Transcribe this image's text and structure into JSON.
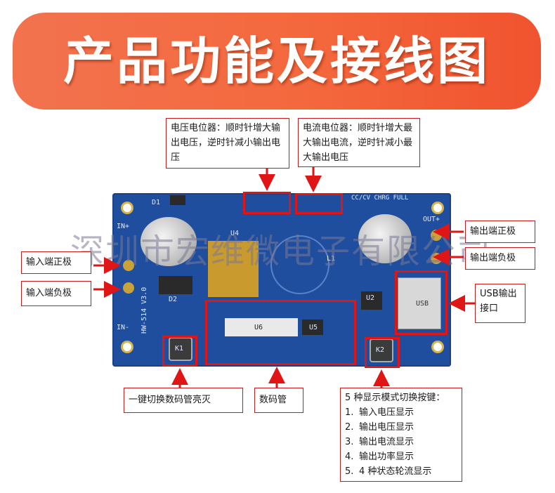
{
  "header": {
    "title": "产品功能及接线图"
  },
  "watermark": "深圳市宏维微电子有限公司",
  "labels": {
    "voltage_pot": "电压电位器：顺时针增大输出电压，逆时针减小输出电压",
    "current_pot": "电流电位器：顺时针增大最大输出电流，逆时针减小最大输出电压",
    "input_pos": "输入端正极",
    "input_neg": "输入端负极",
    "output_pos": "输出端正极",
    "output_neg": "输出端负极",
    "usb": "USB输出接口",
    "one_key": "一键切换数码管亮灭",
    "display": "数码管",
    "modes_title": "5 种显示模式切换按键：",
    "modes": [
      {
        "num": "1.",
        "text": "输入电压显示"
      },
      {
        "num": "2.",
        "text": "输出电压显示"
      },
      {
        "num": "3.",
        "text": "输出电流显示"
      },
      {
        "num": "4.",
        "text": "输出功率显示"
      },
      {
        "num": "5.",
        "text": "4 种状态轮流显示"
      }
    ]
  },
  "silkscreen": {
    "in_plus": "IN+",
    "in_minus": "IN-",
    "out_plus": "OUT+",
    "model": "HW-514 V3.0",
    "usb": "USB",
    "u4": "U4",
    "u5": "U5",
    "u6": "U6",
    "u2": "U2",
    "l1": "L1",
    "d1": "D1",
    "d2": "D2",
    "k1": "K1",
    "k2": "K2",
    "status": "CC/CV CHRG FULL"
  },
  "colors": {
    "banner": "#f4683d",
    "board": "#1f4e9e",
    "highlight": "#e01515"
  }
}
